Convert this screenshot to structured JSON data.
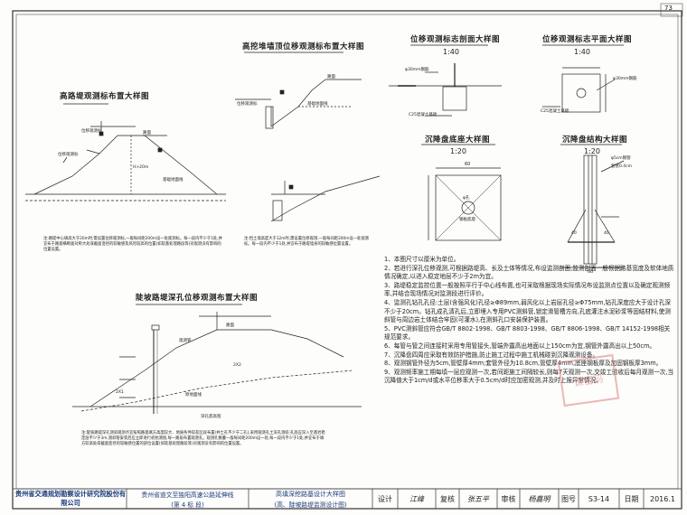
{
  "corner_label": "73",
  "titles": {
    "gaolu": "高路堤观测标布置大样图",
    "gaowa": "高挖堆墙顶位移观测标布置大样图",
    "doupo": "陡坡路堤深孔位移观测布置大样图",
    "weiyi_section": "位移观测标志剖面大样图",
    "weiyi_plan": "位移观测标志平面大样图",
    "chenjiang_base": "沉降盘底座大样图",
    "chenjiang_struct": "沉降盘结构大样图"
  },
  "scales": {
    "weiyi_section": "1:40",
    "weiyi_plan": "1:40",
    "chenjiang_base": "1:20",
    "chenjiang_struct": "1:20"
  },
  "fig_labels": {
    "g_left_top": "位移观测标",
    "g_road": "路面",
    "g_mark": "位移观测标",
    "g_h": "H>20m",
    "g_base": "基础地面线",
    "w_mark": "位移观测标",
    "w_road": "路面",
    "w_base": "基础地面线",
    "d_mark": "观测管",
    "d_road": "路面",
    "d_slope1": "2X2",
    "d_slope2": "2X1",
    "d_base": "原地面线",
    "d_depth": "深孔底高程",
    "s_dim": "φ30mm钢筋",
    "s_conc": "C25混凝土基础",
    "p_rebar": "φ30mm钢筋",
    "p_conc": "C25混凝土基础",
    "b_dim": "60",
    "b_hole": "φ孔",
    "b_plate": "钢板底座",
    "c_pipe": "φ5cm钢管",
    "c_tube": "套管0.4cm",
    "c_dim": "60",
    "c_a": "40",
    "c_b": "40"
  },
  "fig_notes": {
    "gaolu": "注:路堤中心填高大于20m时,需设置位移观测标,一般每间距200m设一处观测标。每一段内不少于1处,并宜布于路基横断面对称大处或截面变径的较敏感及风险较高的位置(如软基处理路段等)对观测没有影响的位置设置。",
    "gaowa": "注:挡土墙高度大于12m时,需设置位移观测,一般每间距200m设一处观测标。每一段内不少于1处,并宜布于路堤墙身的较敏感位置设置。",
    "doupo": "注:陡坡路堤深孔测斜观测点宜按照路基填方高度较大、地质条件较差区段布置(并土孔不少于二孔),采用观测孔土深孔测斜;孔底应深入至基岩稳定层不少于3m,测斜管安装后应立即进行初始测值,每一路段布置观测孔。观测孔数量一般每间距200m设一处,每一段内不少于1处,并宜布于填方较高处或截面变径的较敏感位置的部位设置(如软基处理路段等)对观测没有影响的位置设置。"
  },
  "notes": [
    "1、本图尺寸以厘米为单位。",
    "2、若进行深孔位移观测,可根据路堤高、长及土体等情况,布设监测剖面,监测剖面一般根据路基宽度及软体地质情况确定,以进入稳定地层不少于2m为宜。",
    "3、路堤稳定监控位置一般按照平行于中心线布置,也可采取根据现场实际情况布设监测点位置以及确定观测频率,并结合现场情况对监测段进行评价。",
    "4、监测孔钻孔孔径:土层(含强风化)孔径≥Φ89mm,弱风化以上岩层孔径≥Φ75mm,钻孔深度应大于设计孔深不少于20cm。钻孔成孔清孔后,立即埋入专用PVC测斜管,锁定滑管槽方向,孔底灌注水泥砂浆等固结材料,使测斜管与周边岩土体结合牢固(可灌水),在测斜孔口安装保护装置。",
    "5、PVC测斜管应符合GB/T 8802-1998、GB/T 8803-1998、GB/T 8806-1998、GB/T 14152-1998相关规范要求。",
    "6、每管与管之间连接时采用专用管接头,管端外露高出地面以上150cm为宜,钢管外露高出以上50cm。",
    "7、沉降盘四周应采取有效防护措施,防止施工过程中施工机械碰到沉降观测设备。",
    "8、观测钢管外径为5cm,管壁厚4mm;套管外径为10.8cm,管壁厚4mm,底座钢板厚及加固钢板厚3mm。",
    "9、观测频率施工期每填一层应观测一次,若间距施工间隔较长,则每7天观测一次,交竣工验收后每月观测一次,当沉降值大于1cm/d或水平位移率大于0.5cm/d时应加密观测,并及时上报异常情况。"
  ],
  "stamp_text": "谋密码",
  "title_block": {
    "company": "贵州省交通规划勘察设计研究院股份有限公司",
    "project_l1": "贵州省道文至独阳高速公路延伸线",
    "project_l2": "(第 4 标 段)",
    "drawing_l1": "高填深挖路基设计大样图",
    "drawing_l2": "(高、陡坡路堤监测设计图)",
    "design_label": "设计",
    "design_sign": "江峰",
    "review_label": "复核",
    "review_sign": "张五平",
    "check_label": "审核",
    "check_sign": "杨嘉明",
    "fig_no_label": "图号",
    "fig_no": "S3-14",
    "date_label": "日期",
    "date": "2016.1"
  }
}
